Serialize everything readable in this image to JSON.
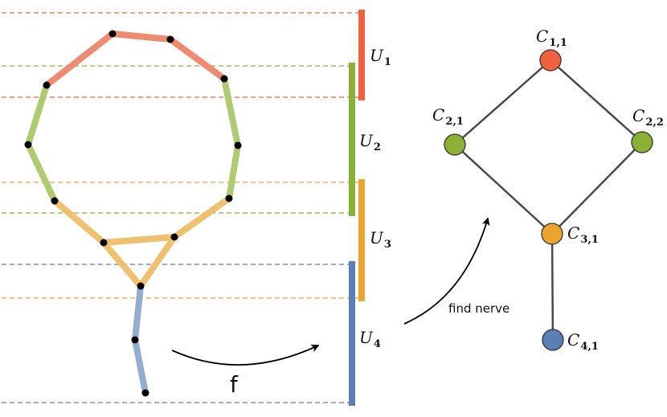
{
  "colors": {
    "red": "#f2613f",
    "red_light": "#ef8b70",
    "green": "#8ab135",
    "green_light": "#afcb72",
    "orange": "#eaa430",
    "orange_light": "#eec070",
    "blue": "#5b7fb5",
    "blue_light": "#93acd1",
    "edge": "#4a4a4a",
    "dot": "#000000"
  },
  "intervals": [
    {
      "name": "U",
      "sub": "1"
    },
    {
      "name": "U",
      "sub": "2"
    },
    {
      "name": "U",
      "sub": "3"
    },
    {
      "name": "U",
      "sub": "4"
    }
  ],
  "nerve_nodes": [
    {
      "name": "C",
      "sub": "1,1"
    },
    {
      "name": "C",
      "sub": "2,1"
    },
    {
      "name": "C",
      "sub": "2,2"
    },
    {
      "name": "C",
      "sub": "3,1"
    },
    {
      "name": "C",
      "sub": "4,1"
    }
  ],
  "labels": {
    "map": "f",
    "find_nerve": "find nerve"
  }
}
